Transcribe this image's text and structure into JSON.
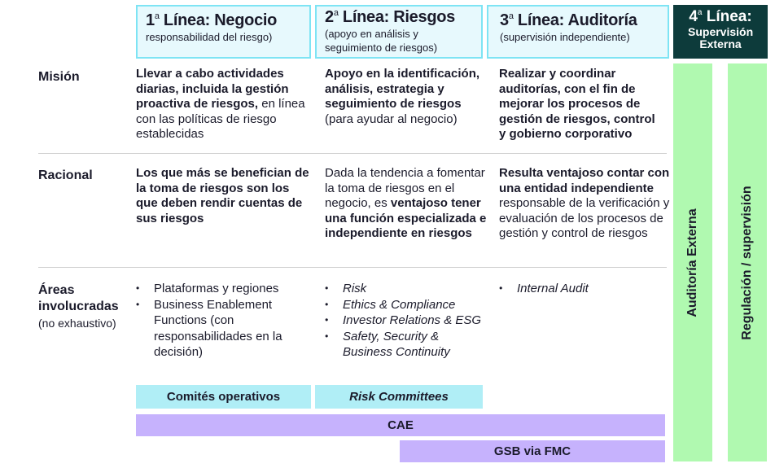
{
  "headers": [
    {
      "num": "1",
      "sup": "a",
      "title": "Línea: Negocio",
      "sub": "responsabilidad del riesgo)"
    },
    {
      "num": "2",
      "sup": "a",
      "title": "Línea: Riesgos",
      "sub": "(apoyo en análisis y seguimiento de riesgos)"
    },
    {
      "num": "3",
      "sup": "a",
      "title": "Línea: Auditoría",
      "sub": "(supervisión independiente)"
    },
    {
      "num": "4",
      "sup": "a",
      "title": "Línea:",
      "sub": "Supervisión Externa"
    }
  ],
  "vertical": {
    "audit": "Auditoría Externa",
    "regulation": "Regulación / supervisión"
  },
  "rows": {
    "mision": {
      "label": "Misión",
      "c1_bold": "Llevar a cabo actividades diarias, incluida la gestión proactiva de riesgos,",
      "c1_norm": " en línea con las políticas de riesgo establecidas",
      "c2_bold": "Apoyo en la identificación, análisis, estrategia y seguimiento de riesgos",
      "c2_norm": " (para ayudar al negocio)",
      "c3_bold": "Realizar y coordinar auditorías, con el fin de mejorar los procesos de gestión de riesgos, control y gobierno corporativo"
    },
    "racional": {
      "label": "Racional",
      "c1_bold": "Los que más se benefician de la toma de riesgos son los que deben rendir cuentas de sus riesgos",
      "c2_norm": "Dada la tendencia a fomentar la toma de riesgos en el negocio, es ",
      "c2_bold": "ventajoso tener una función especializada e independiente en riesgos",
      "c3_bold": "Resulta ventajoso contar con una entidad independiente",
      "c3_norm": " responsable de la verificación y evaluación de los procesos de gestión y control de riesgos"
    },
    "areas": {
      "label": "Áreas involucradas",
      "sublabel": "(no exhaustivo)",
      "c1": [
        "Plataformas y regiones",
        "Business Enablement Functions (con responsabilidades en la decisión)"
      ],
      "c2": [
        "Risk",
        "Ethics & Compliance",
        "Investor Relations & ESG",
        "Safety, Security & Business Continuity"
      ],
      "c3": [
        "Internal Audit"
      ]
    }
  },
  "bars": {
    "comites": "Comités operativos",
    "risk_committees": "Risk Committees",
    "cae": "CAE",
    "gsb": "GSB via FMC"
  }
}
